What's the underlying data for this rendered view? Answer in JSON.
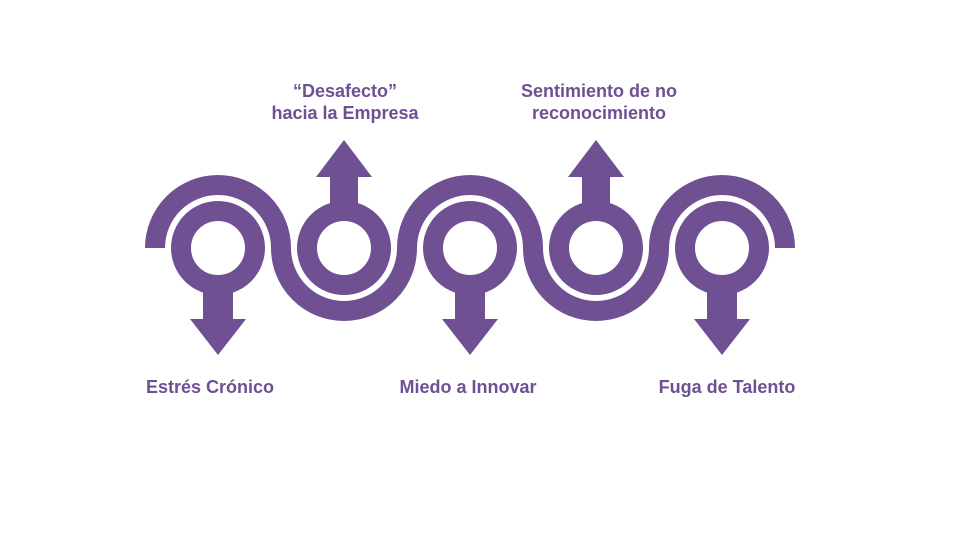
{
  "colors": {
    "accent": "#6E5093"
  },
  "labels_bottom": [
    {
      "text": "Estrés Crónico"
    },
    {
      "text": "Miedo a Innovar"
    },
    {
      "text": "Fuga de Talento"
    }
  ],
  "labels_top": [
    {
      "line1": "“Desafecto”",
      "line2": "hacia la Empresa"
    },
    {
      "line1": "Sentimiento de no",
      "line2": "reconocimiento"
    }
  ],
  "nodes": [
    {
      "arrow": "down"
    },
    {
      "arrow": "up"
    },
    {
      "arrow": "down"
    },
    {
      "arrow": "up"
    },
    {
      "arrow": "down"
    }
  ]
}
